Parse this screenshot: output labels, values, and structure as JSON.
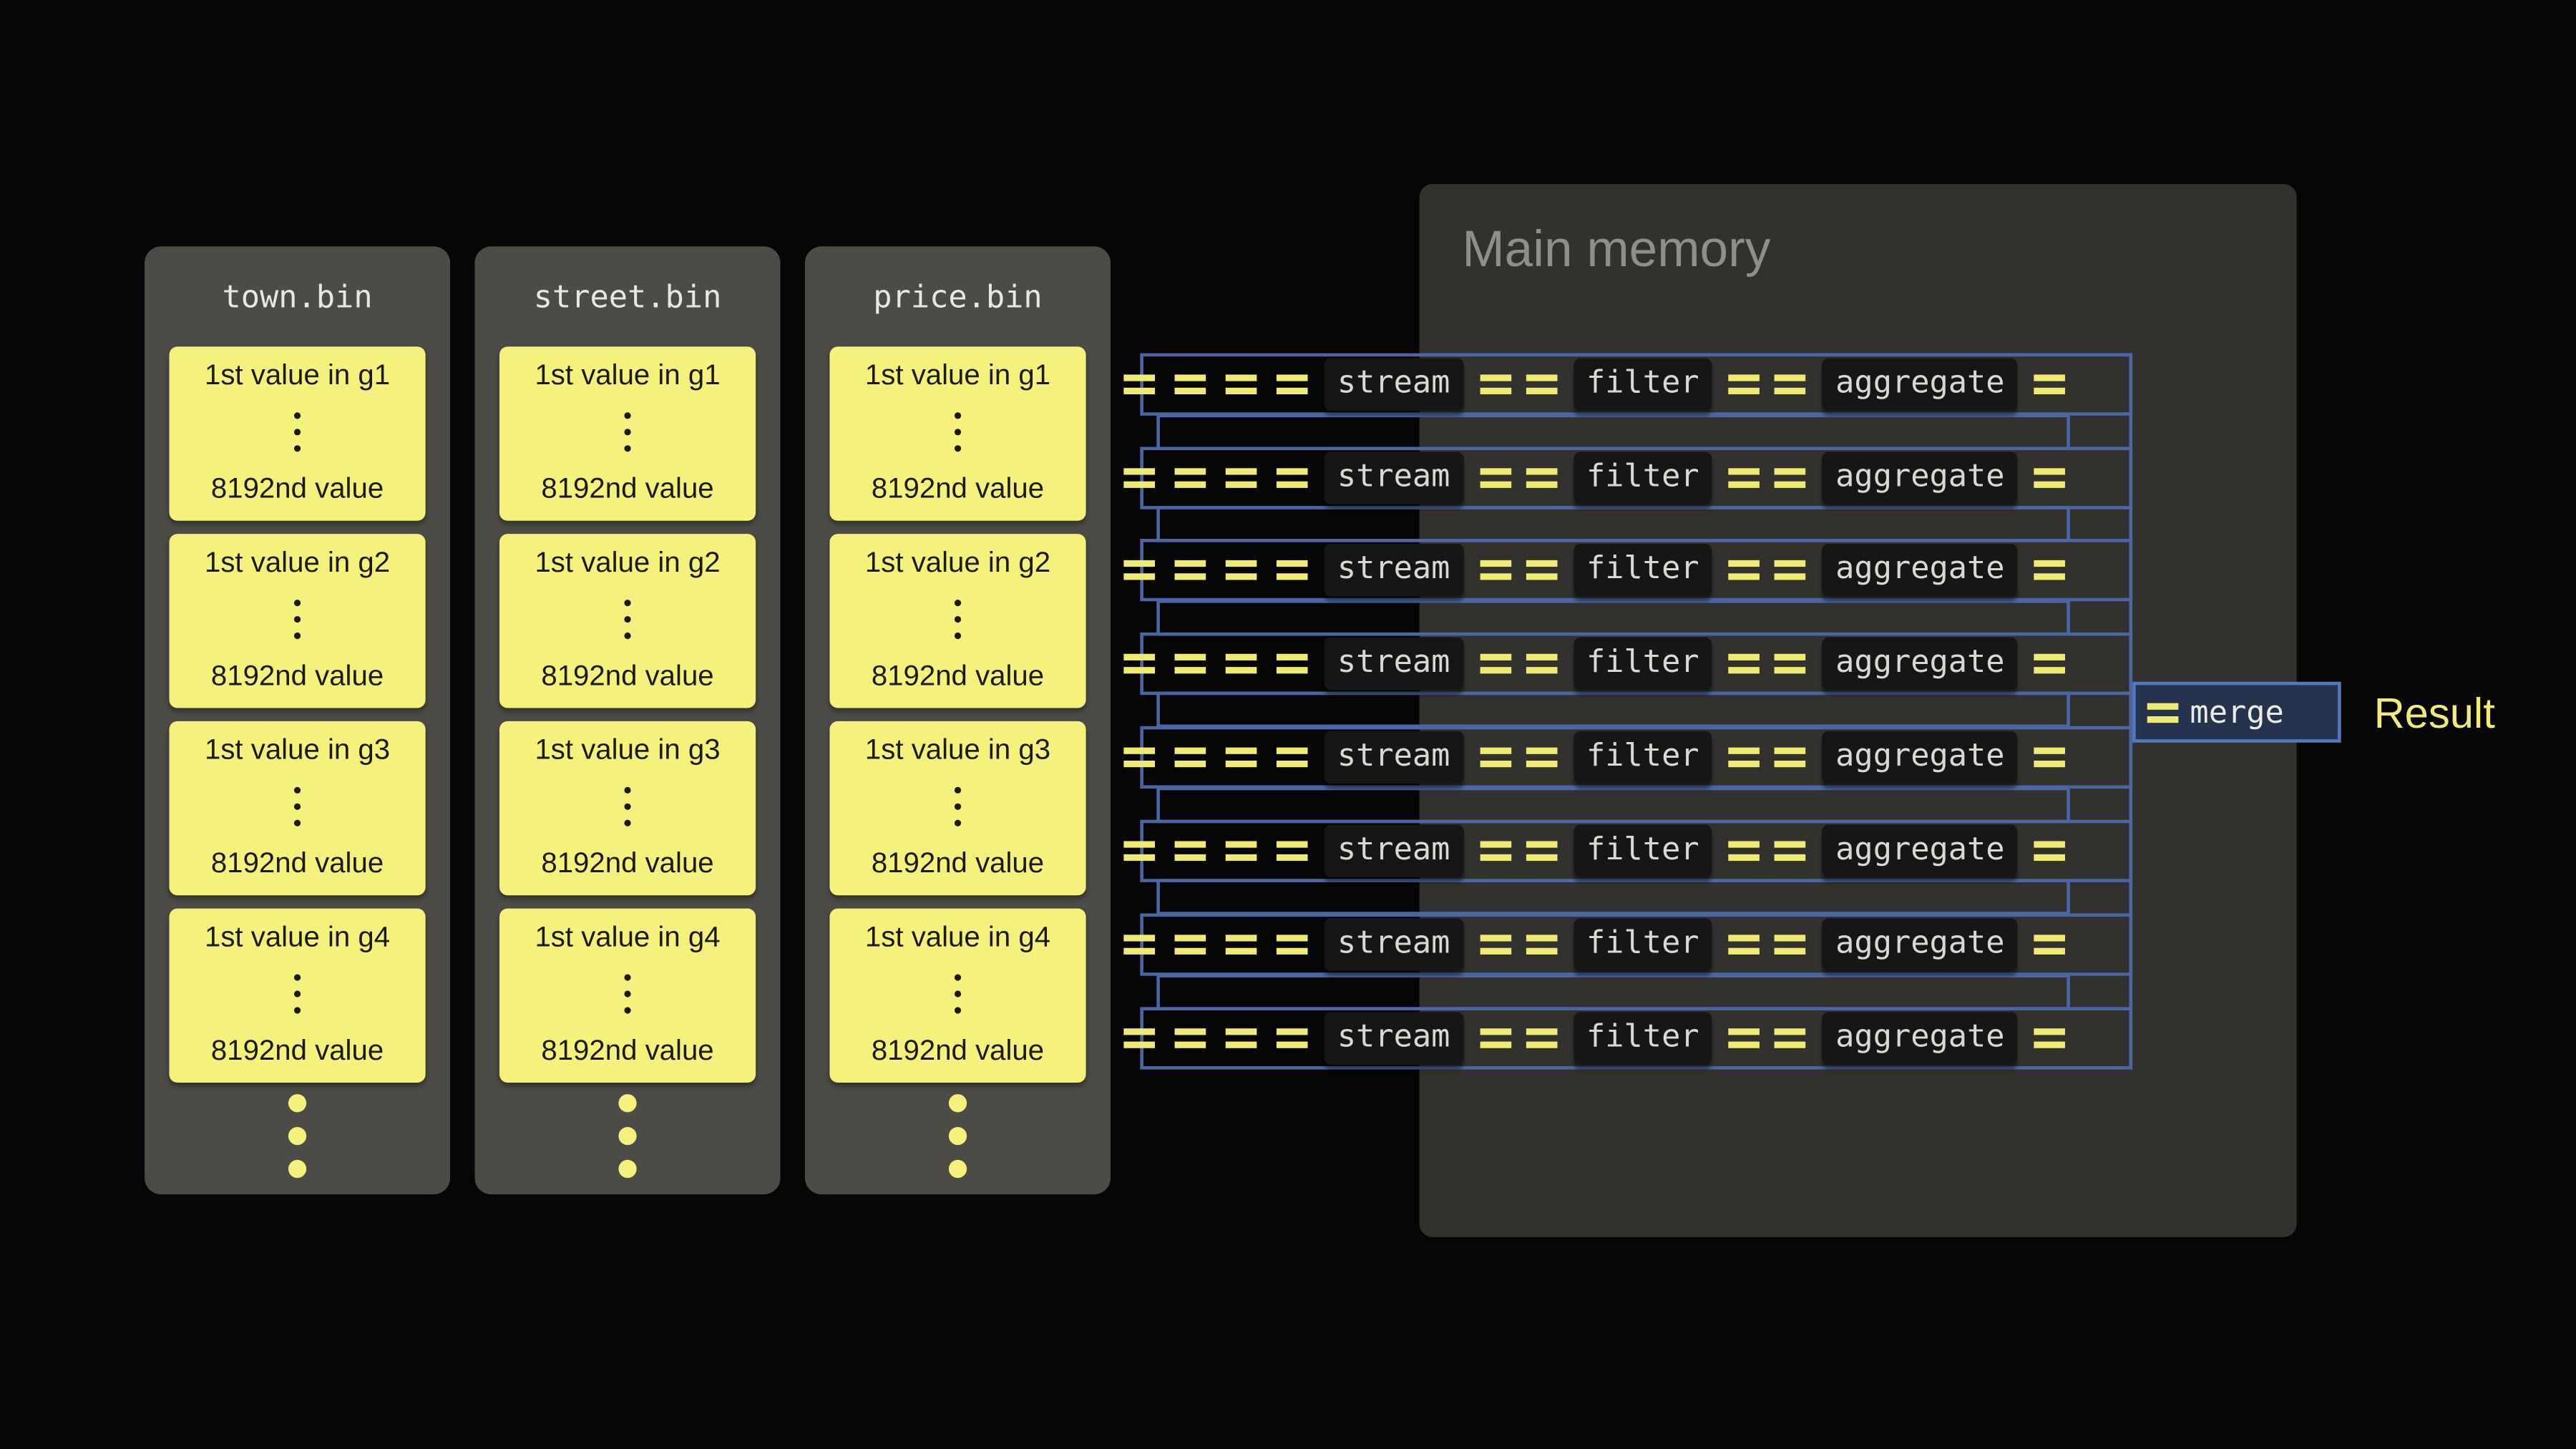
{
  "colors": {
    "background": "#060606",
    "file_panel": "#4c4b45",
    "file_title_text": "#e9e7e1",
    "value_block": "#f5f17d",
    "block_text": "#1b1b12",
    "memory_panel": "#32312e",
    "memory_title_text": "#8f8e8a",
    "pipeline_blue": "#4a66a4",
    "dash_yellow": "#efeb72",
    "op_box": "#161616",
    "op_text": "#d9d8d2",
    "merge_fill": "#26334e",
    "merge_border": "#5478bb",
    "result_text": "#f0ec75"
  },
  "file_columns": [
    {
      "title": "town.bin"
    },
    {
      "title": "street.bin"
    },
    {
      "title": "price.bin"
    }
  ],
  "value_groups": [
    {
      "first": "1st value in g1",
      "last": "8192nd value"
    },
    {
      "first": "1st value in g2",
      "last": "8192nd value"
    },
    {
      "first": "1st value in g3",
      "last": "8192nd value"
    },
    {
      "first": "1st value in g4",
      "last": "8192nd value"
    }
  ],
  "memory": {
    "title": "Main memory"
  },
  "pipeline": {
    "row_count": 8,
    "stream_label": "stream",
    "filter_label": "filter",
    "aggregate_label": "aggregate"
  },
  "merge": {
    "label": "merge"
  },
  "result": {
    "label": "Result"
  }
}
